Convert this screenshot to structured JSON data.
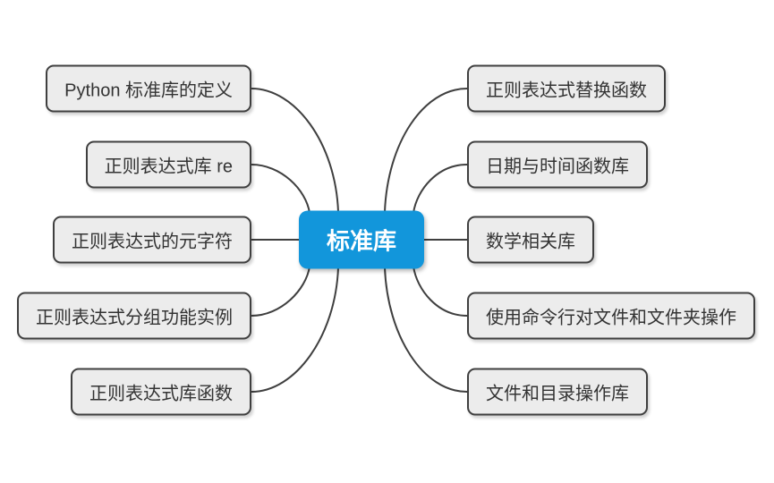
{
  "mindmap": {
    "root": {
      "label": "标准库"
    },
    "left_branches": [
      {
        "label": "Python 标准库的定义"
      },
      {
        "label": "正则表达式库 re"
      },
      {
        "label": "正则表达式的元字符"
      },
      {
        "label": "正则表达式分组功能实例"
      },
      {
        "label": "正则表达式库函数"
      }
    ],
    "right_branches": [
      {
        "label": "正则表达式替换函数"
      },
      {
        "label": "日期与时间函数库"
      },
      {
        "label": "数学相关库"
      },
      {
        "label": "使用命令行对文件和文件夹操作"
      },
      {
        "label": "文件和目录操作库"
      }
    ],
    "style": {
      "canvas_bg": "#ffffff",
      "root_bg": "#1296db",
      "root_text": "#ffffff",
      "node_bg": "#ececec",
      "node_border": "#3f3f3f",
      "node_text": "#333333",
      "line_color": "#3f3f3f"
    }
  }
}
